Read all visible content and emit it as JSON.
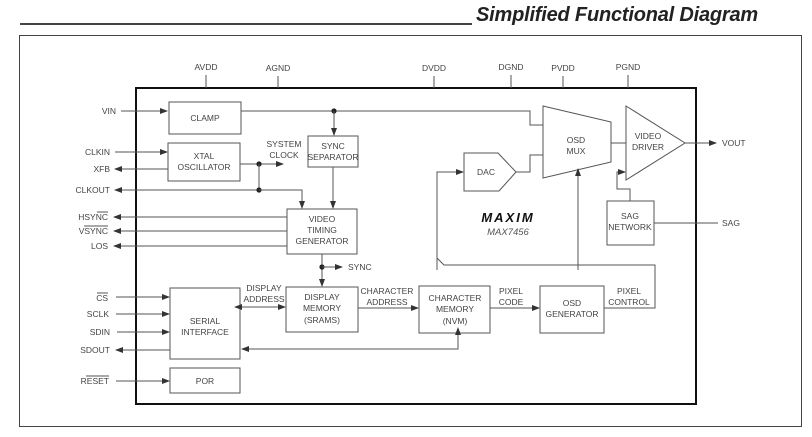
{
  "header": {
    "title": "Simplified Functional Diagram"
  },
  "chip": {
    "brand": "MAXIM",
    "part": "MAX7456"
  },
  "supply_pins": [
    "AVDD",
    "AGND",
    "DVDD",
    "DGND",
    "PVDD",
    "PGND"
  ],
  "left_pins": {
    "vin": "VIN",
    "clkin": "CLKIN",
    "xfb": "XFB",
    "clkout": "CLKOUT",
    "hsync": "HSYNC",
    "vsync": "VSYNC",
    "los": "LOS",
    "cs": "CS",
    "sclk": "SCLK",
    "sdin": "SDIN",
    "sdout": "SDOUT",
    "reset": "RESET"
  },
  "right_pins": {
    "vout": "VOUT",
    "sag": "SAG"
  },
  "blocks": {
    "clamp": [
      "CLAMP"
    ],
    "xtal": [
      "XTAL",
      "OSCILLATOR"
    ],
    "sync_sep": [
      "SYNC",
      "SEPARATOR"
    ],
    "vtg": [
      "VIDEO",
      "TIMING",
      "GENERATOR"
    ],
    "dac": [
      "DAC"
    ],
    "osd_mux": [
      "OSD",
      "MUX"
    ],
    "video_driver": [
      "VIDEO",
      "DRIVER"
    ],
    "sag_network": [
      "SAG",
      "NETWORK"
    ],
    "serial": [
      "SERIAL",
      "INTERFACE"
    ],
    "display_mem": [
      "DISPLAY",
      "MEMORY",
      "(SRAMS)"
    ],
    "char_mem": [
      "CHARACTER",
      "MEMORY",
      "(NVM)"
    ],
    "osd_gen": [
      "OSD",
      "GENERATOR"
    ],
    "por": [
      "POR"
    ]
  },
  "signals": {
    "system_clock": [
      "SYSTEM",
      "CLOCK"
    ],
    "sync": "SYNC",
    "display_address": [
      "DISPLAY",
      "ADDRESS"
    ],
    "character_address": [
      "CHARACTER",
      "ADDRESS"
    ],
    "pixel_code": [
      "PIXEL",
      "CODE"
    ],
    "pixel_control": [
      "PIXEL",
      "CONTROL"
    ]
  }
}
